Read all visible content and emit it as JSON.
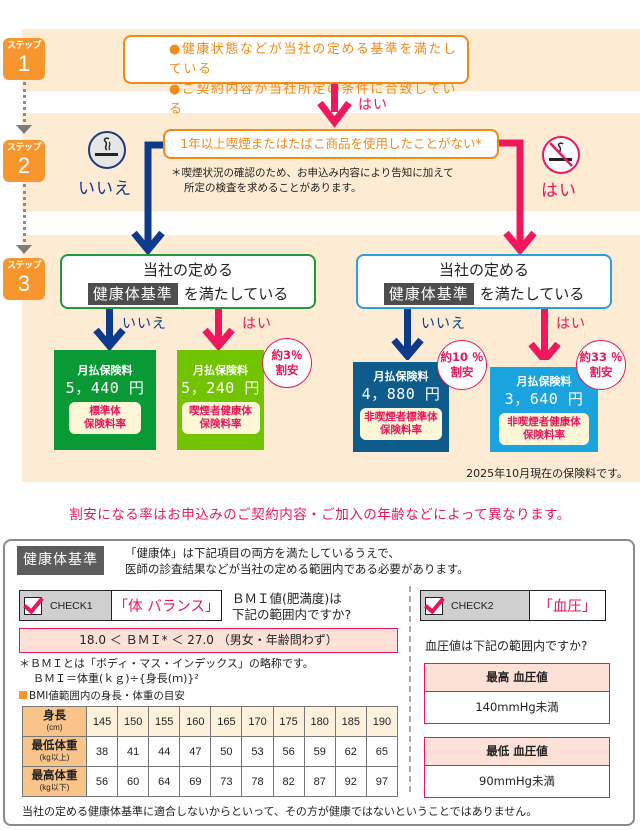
{
  "steps": [
    {
      "label": "ステップ",
      "number": "1"
    },
    {
      "label": "ステップ",
      "number": "2"
    },
    {
      "label": "ステップ",
      "number": "3"
    }
  ],
  "step1": {
    "conditions": [
      "●健康状態などが当社の定める基準を満たしている",
      "●ご契約内容が当社所定の条件に合致している"
    ],
    "yes_label": "はい"
  },
  "step2": {
    "question": "1年以上喫煙またはたばこ商品を使用したことがない*",
    "note_line1": "＊喫煙状況の確認のため、お申込み内容により告知に加えて",
    "note_line2": "所定の検査を求めることがあります。",
    "no_label": "いいえ",
    "yes_label": "はい",
    "no_icon": "smoking-icon",
    "yes_icon": "no-smoking-icon"
  },
  "step3": {
    "criteria_line1": "当社の定める",
    "criteria_highlight": "健康体基準",
    "criteria_line2": "を満たしている",
    "no_label": "いいえ",
    "yes_label": "はい"
  },
  "premiums": [
    {
      "title": "月払保険料",
      "amount": "5，440 円",
      "rate_line1": "標準体",
      "rate_line2": "保険料率",
      "color": "#0a9a35"
    },
    {
      "title": "月払保険料",
      "amount": "5，240 円",
      "rate_line1": "喫煙者健康体",
      "rate_line2": "保険料率",
      "color": "#72c300",
      "discount_line1": "約3％",
      "discount_line2": "割安"
    },
    {
      "title": "月払保険料",
      "amount": "4，880 円",
      "rate_line1": "非喫煙者標準体",
      "rate_line2": "保険料率",
      "color": "#0d5c8c",
      "discount_line1": "約10 ％",
      "discount_line2": "割安"
    },
    {
      "title": "月払保険料",
      "amount": "3，640 円",
      "rate_line1": "非喫煙者健康体",
      "rate_line2": "保険料率",
      "color": "#1ba3de",
      "discount_line1": "約33 ％",
      "discount_line2": "割安"
    }
  ],
  "as_of_note": "2025年10月現在の保険料です。",
  "discount_warning": "割安になる率はお申込みのご契約内容・ご加入の年齢などによって異なります。",
  "criteria_panel": {
    "title": "健康体基準",
    "desc_line1": "「健康体」は下記項目の両方を満たしているうえで、",
    "desc_line2": "医師の診査結果などが当社の定める範囲内である必要があります。",
    "check1": {
      "tag": "CHECK1",
      "value": "「体 バランス」",
      "question_line1": "ＢＭＩ値(肥満度)は",
      "question_line2": "下記の範囲内ですか?",
      "range": "18.0 ＜ ＢＭＩ* ＜ 27.0 （男女・年齢問わず）",
      "note_line1": "＊ＢＭＩとは「ボディ・マス・インデックス」の略称です。",
      "note_line2": "ＢＭＩ＝体重(ｋｇ)÷{身長(ｍ)}²",
      "table_title": "BMI値範囲内の身長・体重の目安",
      "table": {
        "row_headers": [
          {
            "label": "身長",
            "unit": "(cm)"
          },
          {
            "label": "最低体重",
            "unit": "(kg以上)"
          },
          {
            "label": "最高体重",
            "unit": "(kg以下)"
          }
        ],
        "heights": [
          "145",
          "150",
          "155",
          "160",
          "165",
          "170",
          "175",
          "180",
          "185",
          "190"
        ],
        "min_weights": [
          "38",
          "41",
          "44",
          "47",
          "50",
          "53",
          "56",
          "59",
          "62",
          "65"
        ],
        "max_weights": [
          "56",
          "60",
          "64",
          "69",
          "73",
          "78",
          "82",
          "87",
          "92",
          "97"
        ]
      }
    },
    "check2": {
      "tag": "CHECK2",
      "value": "「血圧」",
      "question": "血圧値は下記の範囲内ですか?",
      "systolic_label": "最高 血圧値",
      "systolic_value": "140mmHg未満",
      "diastolic_label": "最低 血圧値",
      "diastolic_value": "90mmHg未満"
    },
    "footnote": "当社の定める健康体基準に適合しないからといって、その方が健康ではないということではありません。"
  }
}
